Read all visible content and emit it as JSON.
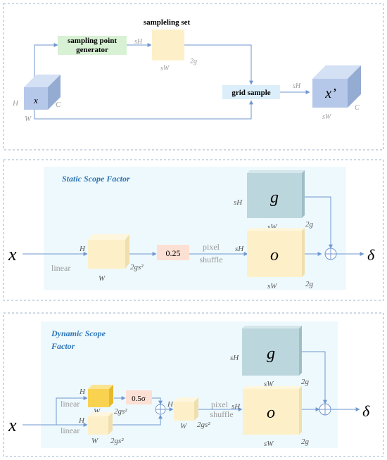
{
  "panel_a": {
    "input_label": "x",
    "dim_h": "H",
    "dim_w": "W",
    "dim_c": "C",
    "generator_line1": "sampling point",
    "generator_line2": "generator",
    "sampling_set_title": "sampleling set",
    "set_dim_sh": "sH",
    "set_dim_sw": "sW",
    "set_dim_2g": "2g",
    "grid_sample_label": "grid sample",
    "output_label": "x’",
    "out_dim_sh": "sH",
    "out_dim_sw": "sW",
    "out_dim_c": "C"
  },
  "panel_b": {
    "title": "Static Scope Factor",
    "input_label": "x",
    "linear_label": "linear",
    "dim_h": "H",
    "dim_w": "W",
    "dim_2gs2": "2gs²",
    "factor_label": "0.25",
    "pixel_line1": "pixel",
    "pixel_line2": "shuffle",
    "g_label": "g",
    "g_dim_sh": "sH",
    "g_dim_sw": "sW",
    "g_dim_2g": "2g",
    "o_label": "o",
    "o_dim_sh": "sH",
    "o_dim_sw": "sW",
    "o_dim_2g": "2g",
    "output_label": "δ"
  },
  "panel_c": {
    "title_line1": "Dynamic Scope",
    "title_line2": "Factor",
    "input_label": "x",
    "linear_top": "linear",
    "linear_bottom": "linear",
    "top_dim_h": "H",
    "top_dim_w": "W",
    "top_dim_2gs2": "2gs²",
    "bottom_dim_h": "H",
    "bottom_dim_w": "W",
    "bottom_dim_2gs2": "2gs²",
    "factor_label": "0.5σ",
    "mid_dim_h": "H",
    "mid_dim_w": "W",
    "mid_dim_2gs2": "2gs²",
    "pixel_line1": "pixel",
    "pixel_line2": "shuffle",
    "g_label": "g",
    "g_dim_sh": "sH",
    "g_dim_sw": "sW",
    "g_dim_2g": "2g",
    "o_label": "o",
    "o_dim_sh": "sH",
    "o_dim_sw": "sW",
    "o_dim_2g": "2g",
    "output_label": "δ"
  },
  "colors": {
    "arrow": "#6f96cf",
    "border": "#9bb0c8",
    "panel_bg": "#eef9fd",
    "cube_blue": "#b6c8e9",
    "cube_yellow": "#fdf0c9",
    "cube_yellow_dark": "#f9d24f",
    "cube_teal": "#bcd6dd",
    "green_box": "#d8f0d4",
    "factor_box": "#fde0d4",
    "grid_box": "#dceefa",
    "title_blue": "#2e75b6",
    "label_gray": "#9a9a9a"
  }
}
